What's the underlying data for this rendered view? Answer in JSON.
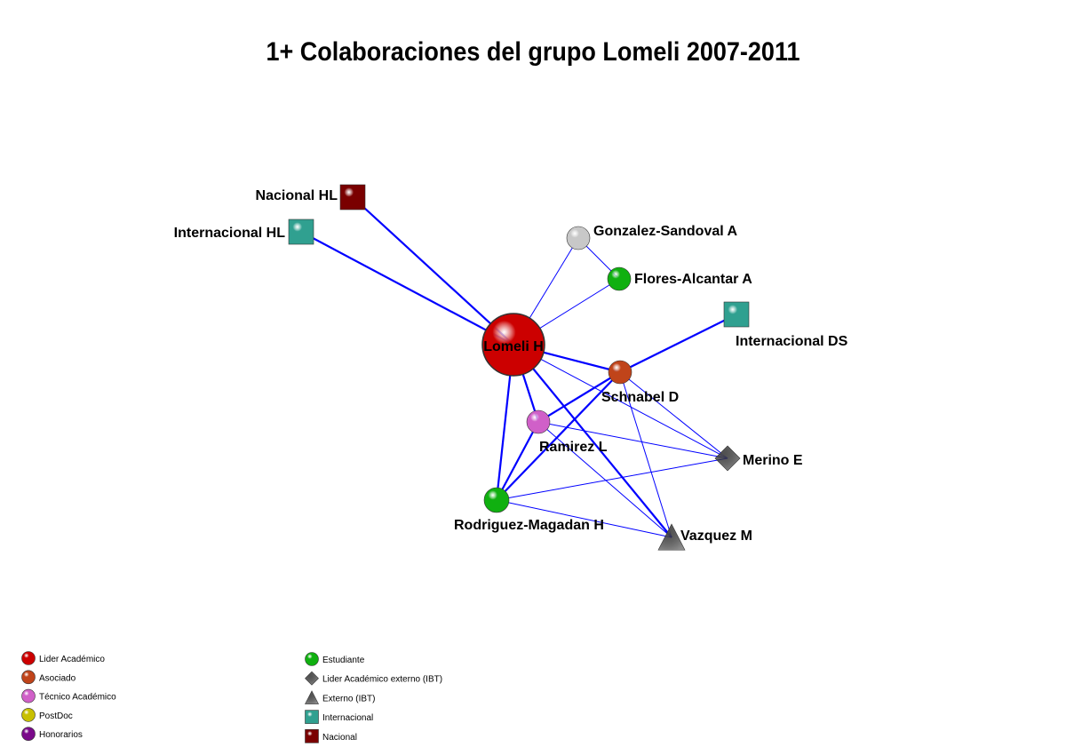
{
  "title": "1+ Colaboraciones del grupo Lomeli 2007-2011",
  "colors": {
    "edge": "#0000ff"
  },
  "node_types": {
    "lider": {
      "label": "Lider Académico",
      "shape": "circle",
      "color": "#cc0000"
    },
    "asociado": {
      "label": "Asociado",
      "shape": "circle",
      "color": "#c0441a"
    },
    "tecnico": {
      "label": "Técnico Académico",
      "shape": "circle",
      "color": "#d060c8"
    },
    "postdoc": {
      "label": "PostDoc",
      "shape": "circle",
      "color": "#c8c000"
    },
    "honorarios": {
      "label": "Honorarios",
      "shape": "circle",
      "color": "#7a0a8a"
    },
    "estudiante": {
      "label": "Estudiante",
      "shape": "circle",
      "color": "#10b010"
    },
    "lider_ext": {
      "label": "Lider Académico externo (IBT)",
      "shape": "diamond",
      "color": "#505050"
    },
    "externo": {
      "label": "Externo (IBT)",
      "shape": "triangle",
      "color": "#505050"
    },
    "internacional": {
      "label": "Internacional",
      "shape": "square",
      "color": "#30a090"
    },
    "nacional": {
      "label": "Nacional",
      "shape": "square",
      "color": "#7a0000"
    },
    "otro": {
      "label": "",
      "shape": "circle",
      "color": "#c8c8c8"
    }
  },
  "legend_left": [
    "lider",
    "asociado",
    "tecnico",
    "postdoc",
    "honorarios"
  ],
  "legend_right": [
    "estudiante",
    "lider_ext",
    "externo",
    "internacional",
    "nacional"
  ],
  "nodes": [
    {
      "id": "lomeli",
      "label": "Lomeli H",
      "type": "lider"
    },
    {
      "id": "nachl",
      "label": "Nacional HL",
      "type": "nacional"
    },
    {
      "id": "inthl",
      "label": "Internacional HL",
      "type": "internacional"
    },
    {
      "id": "gonzalez",
      "label": "Gonzalez-Sandoval A",
      "type": "otro"
    },
    {
      "id": "flores",
      "label": "Flores-Alcantar A",
      "type": "estudiante"
    },
    {
      "id": "intds",
      "label": "Internacional DS",
      "type": "internacional"
    },
    {
      "id": "schnabel",
      "label": "Schnabel D",
      "type": "asociado"
    },
    {
      "id": "ramirez",
      "label": "Ramirez L",
      "type": "tecnico"
    },
    {
      "id": "merino",
      "label": "Merino E",
      "type": "lider_ext"
    },
    {
      "id": "rodriguez",
      "label": "Rodriguez-Magadan H",
      "type": "estudiante"
    },
    {
      "id": "vazquez",
      "label": "Vazquez M",
      "type": "externo"
    }
  ],
  "edges": [
    {
      "source": "lomeli",
      "target": "nachl",
      "weight": 2
    },
    {
      "source": "lomeli",
      "target": "inthl",
      "weight": 2
    },
    {
      "source": "lomeli",
      "target": "gonzalez",
      "weight": 1
    },
    {
      "source": "gonzalez",
      "target": "flores",
      "weight": 1
    },
    {
      "source": "lomeli",
      "target": "flores",
      "weight": 1
    },
    {
      "source": "lomeli",
      "target": "schnabel",
      "weight": 2
    },
    {
      "source": "schnabel",
      "target": "intds",
      "weight": 2
    },
    {
      "source": "lomeli",
      "target": "merino",
      "weight": 1
    },
    {
      "source": "lomeli",
      "target": "ramirez",
      "weight": 2
    },
    {
      "source": "lomeli",
      "target": "rodriguez",
      "weight": 2
    },
    {
      "source": "lomeli",
      "target": "vazquez",
      "weight": 2
    },
    {
      "source": "schnabel",
      "target": "ramirez",
      "weight": 2
    },
    {
      "source": "schnabel",
      "target": "rodriguez",
      "weight": 2
    },
    {
      "source": "schnabel",
      "target": "merino",
      "weight": 1
    },
    {
      "source": "schnabel",
      "target": "vazquez",
      "weight": 1
    },
    {
      "source": "ramirez",
      "target": "rodriguez",
      "weight": 2
    },
    {
      "source": "ramirez",
      "target": "merino",
      "weight": 1
    },
    {
      "source": "ramirez",
      "target": "vazquez",
      "weight": 1
    },
    {
      "source": "rodriguez",
      "target": "merino",
      "weight": 1
    },
    {
      "source": "rodriguez",
      "target": "vazquez",
      "weight": 1
    }
  ]
}
